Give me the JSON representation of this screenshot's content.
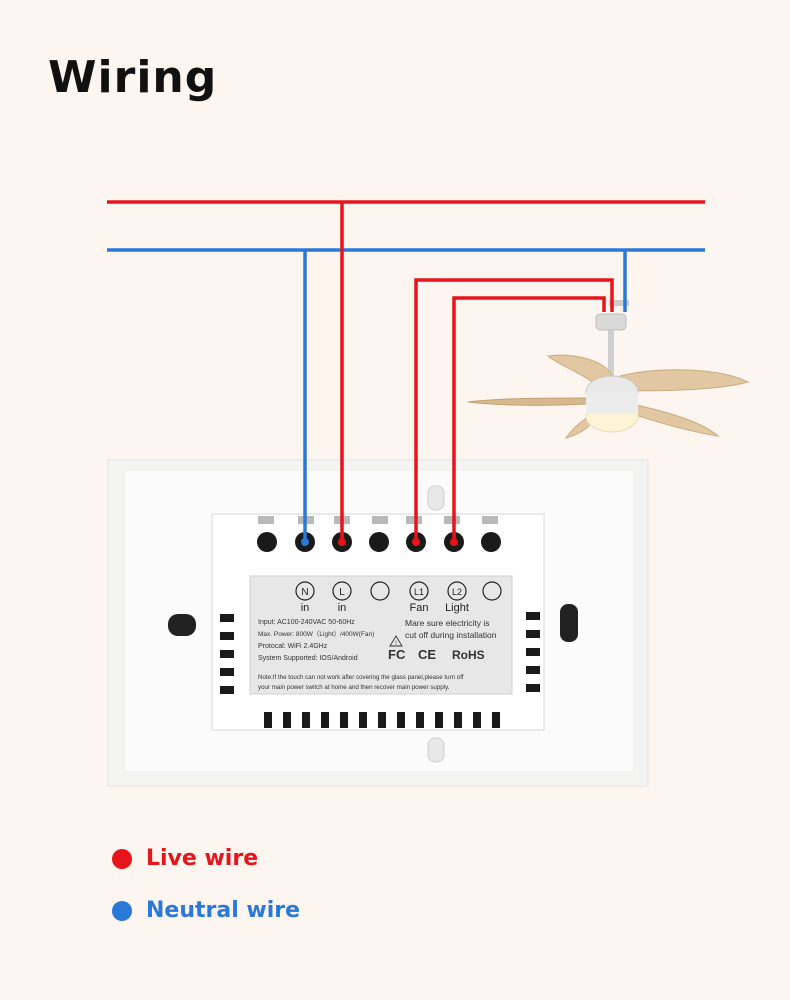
{
  "title": "Wiring",
  "colors": {
    "live": "#e8141b",
    "neutral": "#2a78d8",
    "background": "#fdf5ef"
  },
  "terminals": [
    {
      "symbol": "N",
      "label": "in"
    },
    {
      "symbol": "L",
      "label": "in"
    },
    {
      "symbol": "",
      "label": ""
    },
    {
      "symbol": "L1",
      "label": "Fan"
    },
    {
      "symbol": "L2",
      "label": "Light"
    },
    {
      "symbol": "",
      "label": ""
    }
  ],
  "specs": {
    "input": "Input: AC100-240VAC 50-60Hz",
    "max_power": "Max. Power: 800W（Light）/400W(Fan)",
    "protocol": "Protocal: WiFi 2.4GHz",
    "system": "System Supported: IOS/Android",
    "warning_line1": "Mare sure electricity is",
    "warning_line2": "cut off during installation",
    "cert_fc": "FC",
    "cert_ce": "CE",
    "cert_rohs": "RoHS",
    "note_line1": "Note:If the touch can not work after covering the glass panel,please turn off",
    "note_line2": "your main power switch at home and then recover main power supply."
  },
  "legend": [
    {
      "label": "Live wire",
      "color": "#e8141b"
    },
    {
      "label": "Neutral wire",
      "color": "#2a78d8"
    }
  ],
  "icons": [
    "ceiling-fan-icon",
    "warning-icon"
  ]
}
